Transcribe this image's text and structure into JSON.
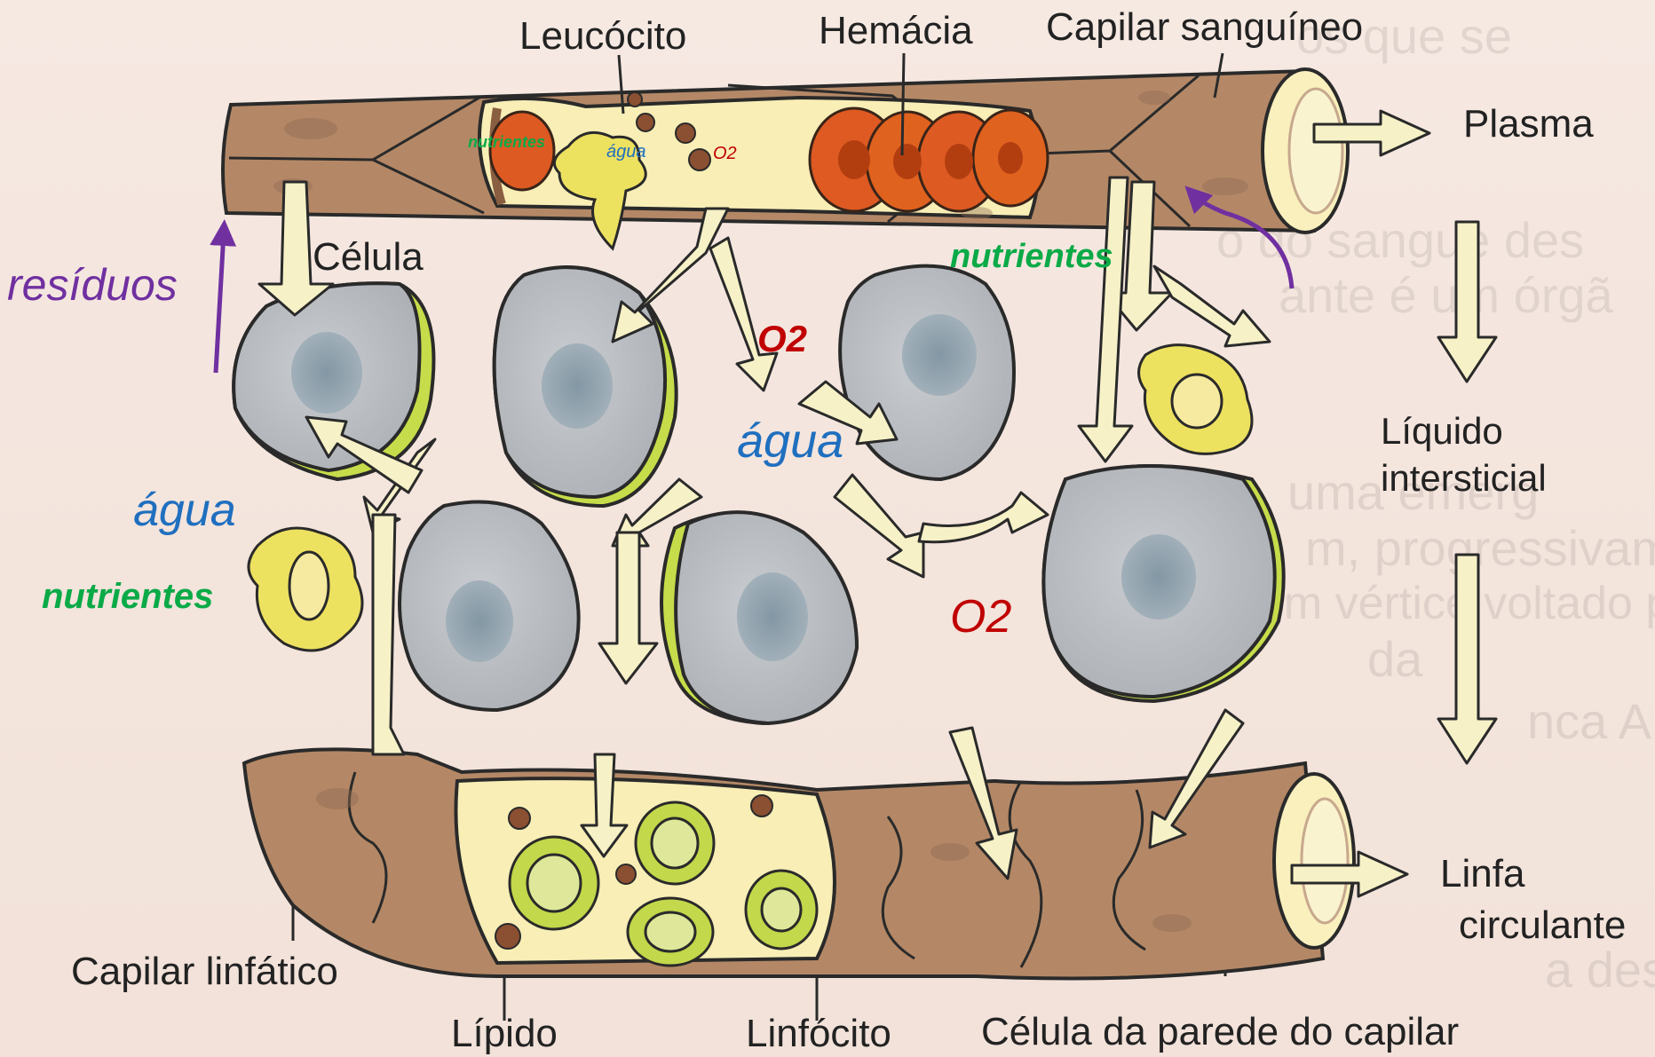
{
  "labels": {
    "leucocito": "Leucócito",
    "hemacia": "Hemácia",
    "capilar_sanguineo": "Capilar sanguíneo",
    "plasma": "Plasma",
    "celula": "Célula",
    "liquido": "Líquido",
    "intersticial": "intersticial",
    "linfa": "Linfa",
    "circulante": "circulante",
    "capilar_linfatico": "Capilar linfático",
    "lipido": "Lípido",
    "linfocito": "Linfócito",
    "celula_parede": "Célula da parede do capilar"
  },
  "annotations": {
    "residuos": "resíduos",
    "nutrientes": "nutrientes",
    "agua": "água",
    "o2": "O2"
  },
  "background_text": [
    "os que se",
    "o do sangue des",
    "ante é um órgã",
    "uma emerg",
    "m, progressivam",
    "torácica, com vértice voltado para bai",
    "da",
    "nca A",
    "a dese"
  ],
  "colors": {
    "residuos": "#7030a0",
    "nutrientes": "#0aaa47",
    "agua": "#1f6fbf",
    "o2": "#c00000",
    "cell_body": "#b9bcc0",
    "cell_rim": "#c6dc4a",
    "nucleus": "#8ea3ae",
    "capillary_wall": "#b08464",
    "interior": "#f9f1bf",
    "rbc": "#dd5a22",
    "lymphocyte": "#c3d84a"
  }
}
